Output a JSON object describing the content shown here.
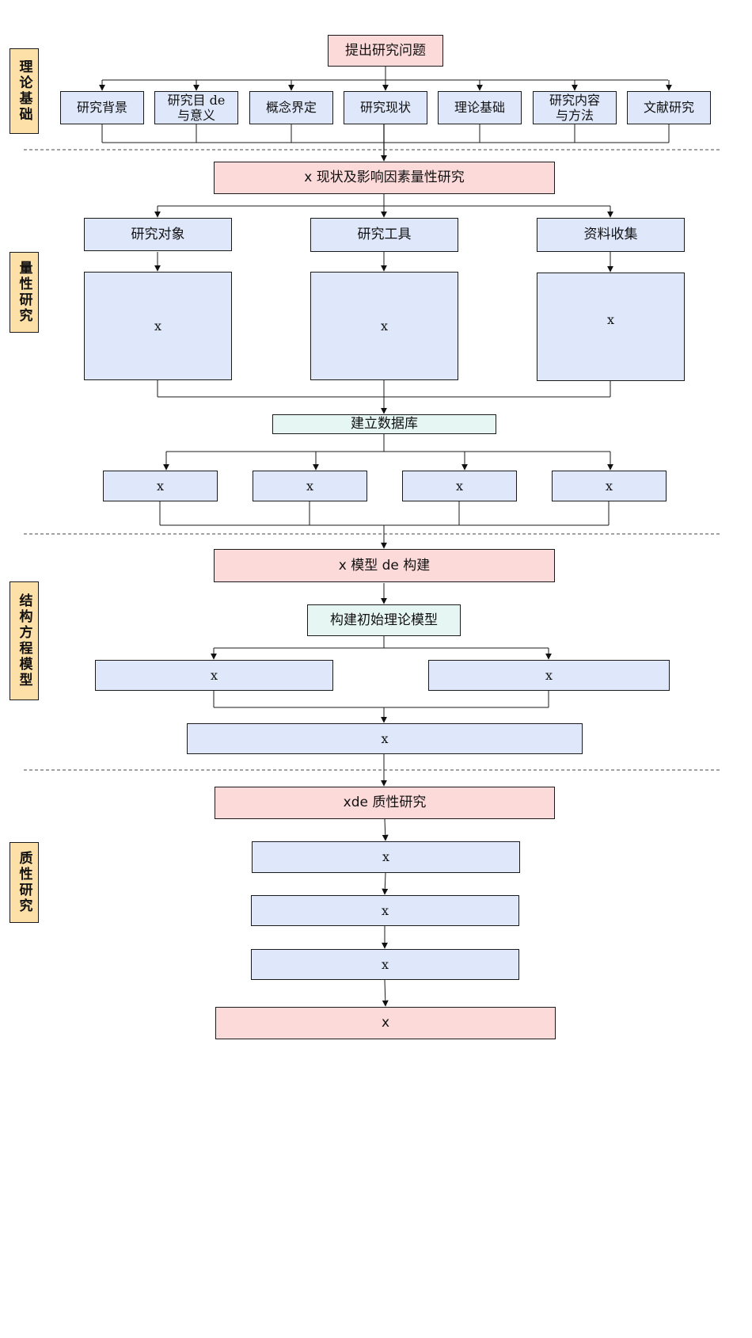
{
  "sections": {
    "theory": "理论基础",
    "quant": "量性研究",
    "sem": "结构方程模型",
    "qual": "质性研究"
  },
  "nodes": {
    "question": "提出研究问题",
    "background": "研究背景",
    "purpose": "研究目 de\n与意义",
    "concept": "概念界定",
    "status": "研究现状",
    "theory_basis": "理论基础",
    "content_method": "研究内容\n与方法",
    "literature": "文献研究",
    "quant_main": "x 现状及影响因素量性研究",
    "subject": "研究对象",
    "tool": "研究工具",
    "collect": "资料收集",
    "subject_detail": "x",
    "tool_detail": "x",
    "collect_detail": "x",
    "database": "建立数据库",
    "analysis_1": "x",
    "analysis_2": "x",
    "analysis_3": "x",
    "analysis_4": "x",
    "sem_main": "x 模型 de 构建",
    "init_model": "构建初始理论模型",
    "model_left": "x",
    "model_right": "x",
    "model_result": "x",
    "qual_main": "xde 质性研究",
    "qual_1": "x",
    "qual_2": "x",
    "qual_3": "x",
    "final": "x"
  },
  "colors": {
    "pink": "#fddada",
    "blue": "#dfe8fb",
    "mint": "#e6f6f2",
    "side": "#fde0a8",
    "line": "#1a1a1a"
  }
}
